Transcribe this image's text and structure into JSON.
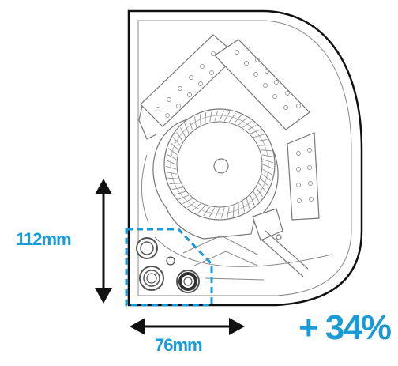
{
  "labels": {
    "height": "112mm",
    "width": "76mm",
    "gain": "+ 34%"
  },
  "colors": {
    "outline": "#111111",
    "line_art": "#777777",
    "arrow": "#111111",
    "highlight": "#1a9bd6"
  },
  "icons": {
    "height_arrow": "double-arrow-vertical",
    "width_arrow": "double-arrow-horizontal"
  }
}
